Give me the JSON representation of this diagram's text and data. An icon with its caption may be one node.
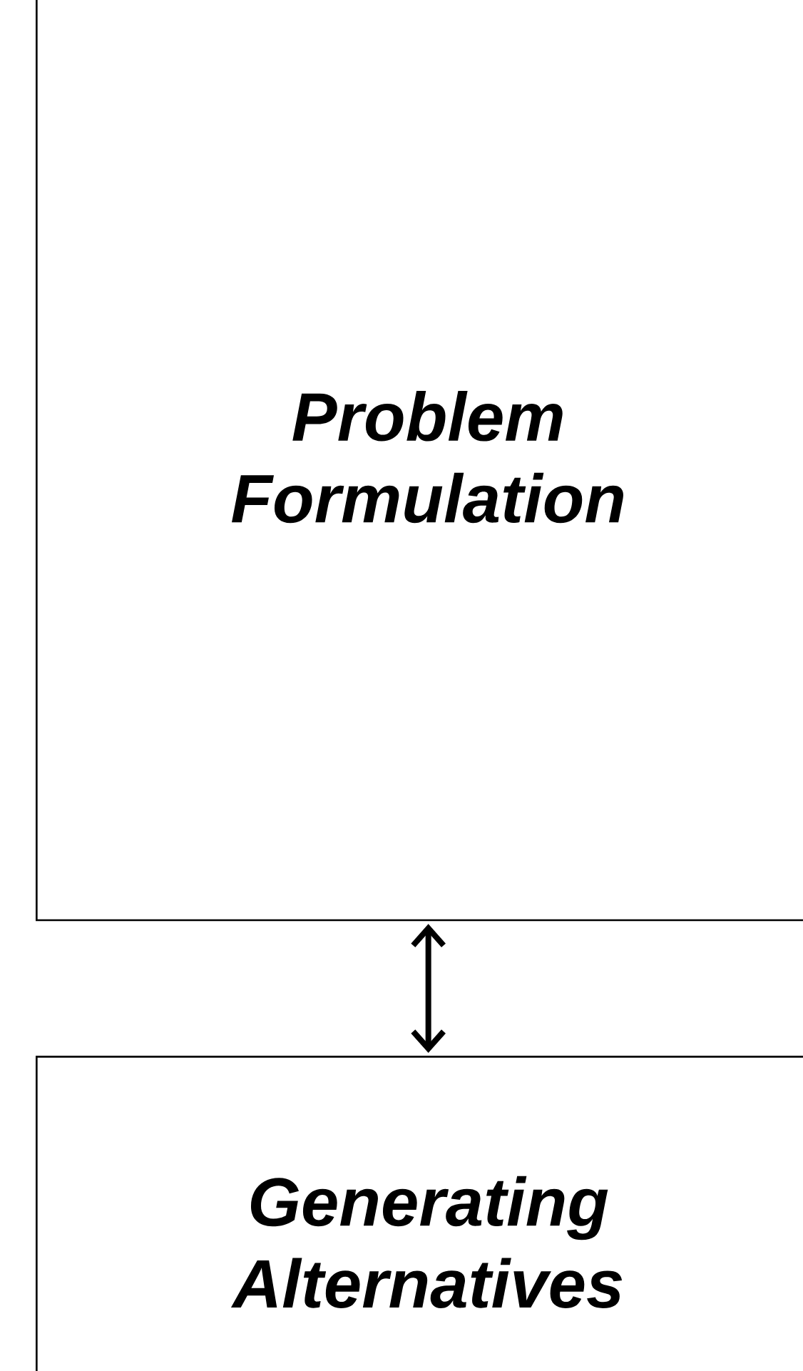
{
  "diagram": {
    "nodes": [
      {
        "text": [
          "Problem Formulation"
        ]
      },
      {
        "text": [
          "Generating Alternatives"
        ]
      }
    ],
    "edges": [
      {
        "from": 0,
        "to": 1,
        "arrow": "both"
      }
    ]
  }
}
